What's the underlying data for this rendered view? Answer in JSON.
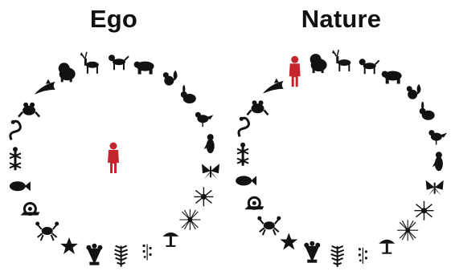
{
  "panels": [
    {
      "id": "ego",
      "title": "Ego",
      "human_position": "center",
      "human_color": "#c3262d"
    },
    {
      "id": "nature",
      "title": "Nature",
      "human_position": "in-ring",
      "human_color": "#c3262d"
    }
  ],
  "icons": [
    "lion-icon",
    "deer-icon",
    "dog-icon",
    "bear-icon",
    "squirrel-icon",
    "rabbit-icon",
    "bird-icon",
    "penguin-icon",
    "butterfly-icon",
    "insect-icon",
    "spider-icon",
    "mushroom-icon",
    "plant-icon",
    "fern-icon",
    "coral-icon",
    "star-icon",
    "crab-icon",
    "snail-icon",
    "fish-icon",
    "lizard-icon",
    "snake-icon",
    "frog-icon",
    "dolphin-icon"
  ],
  "colors": {
    "silhouette": "#121212",
    "human": "#c3262d"
  }
}
